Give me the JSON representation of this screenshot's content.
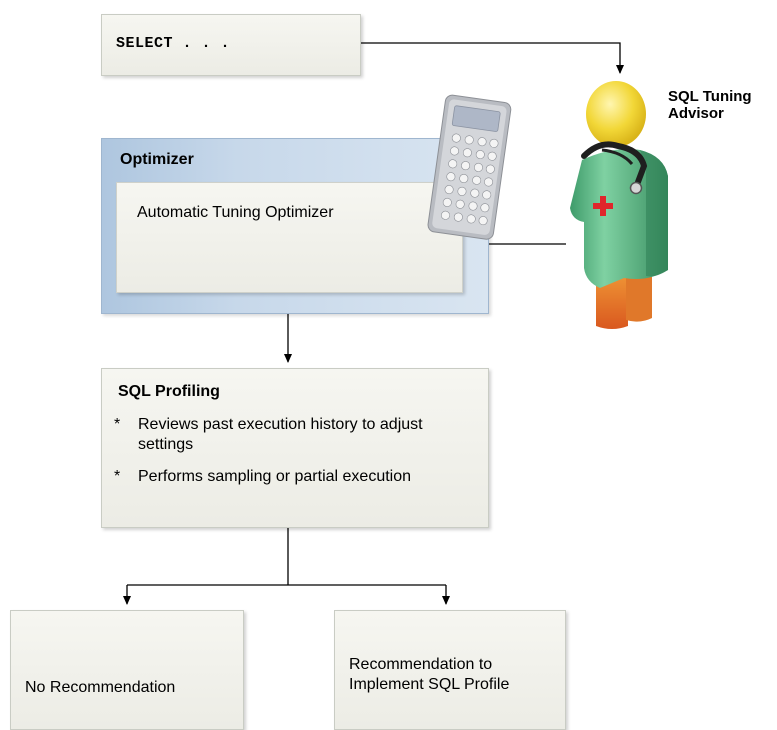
{
  "select_box": {
    "text": "SELECT . . ."
  },
  "optimizer": {
    "title": "Optimizer",
    "inner_text": "Automatic Tuning Optimizer"
  },
  "advisor": {
    "label": "SQL Tuning Advisor",
    "icon": "doctor-with-stethoscope-icon",
    "tool_icon": "calculator-icon"
  },
  "sql_profiling": {
    "title": "SQL Profiling",
    "bullets": [
      {
        "marker": "*",
        "text": "Reviews past execution history to adjust settings"
      },
      {
        "marker": "*",
        "text": "Performs sampling or partial execution"
      }
    ]
  },
  "outcomes": {
    "no_recommendation": "No Recommendation",
    "recommendation": "Recommendation to Implement SQL Profile"
  },
  "colors": {
    "optimizer_fill": "#c7d8ea",
    "box_fill": "#f1f1eb",
    "advisor_coat": "#63b98a",
    "advisor_head": "#f3d73a",
    "advisor_legs": "#e97a2c",
    "cross": "#e0262b"
  }
}
